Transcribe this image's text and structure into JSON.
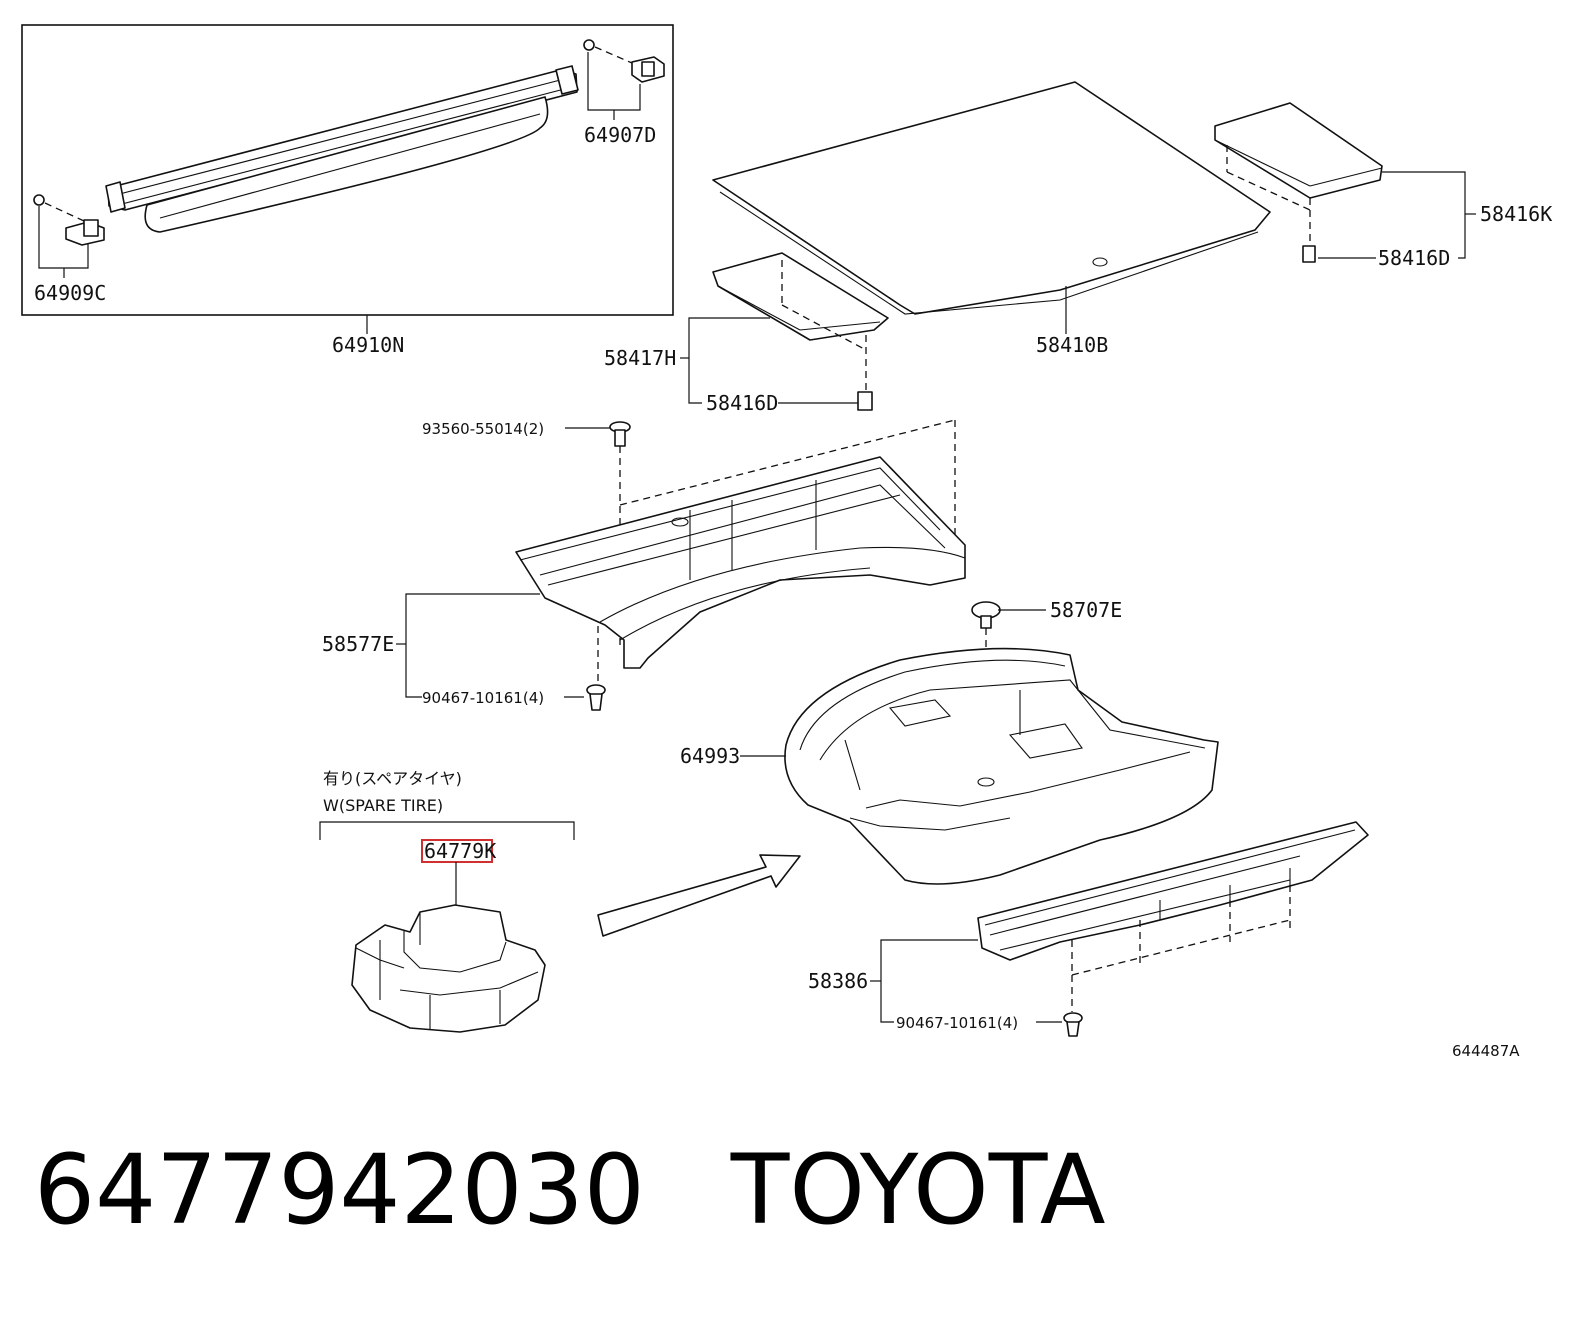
{
  "parts": {
    "tonneau_assembly": "64910N",
    "tonneau_bracket_right": "64907D",
    "tonneau_bracket_left": "64909C",
    "deck_board_main": "58410B",
    "deck_board_side": "58416K",
    "deck_board_clip_right": "58416D",
    "deck_board_sub": "58417H",
    "deck_board_clip_left": "58416D",
    "screw_upper": "93560-55014(2)",
    "deck_tray": "58577E",
    "clip_tray": "90467-10161(4)",
    "hole_plug": "58707E",
    "spare_tire_cover": "64993",
    "spare_tire_spacer": "64779K",
    "rear_sill_plate": "58386",
    "clip_sill": "90467-10161(4)"
  },
  "notes": {
    "condition_jp": "有り(スペアタイヤ)",
    "condition_en": "W(SPARE TIRE)"
  },
  "diagram_ref": "644487A",
  "footer": {
    "part_number": "6477942030",
    "brand": "TOYOTA"
  },
  "colors": {
    "line": "#111111",
    "highlight": "#d03030",
    "background": "#ffffff"
  }
}
